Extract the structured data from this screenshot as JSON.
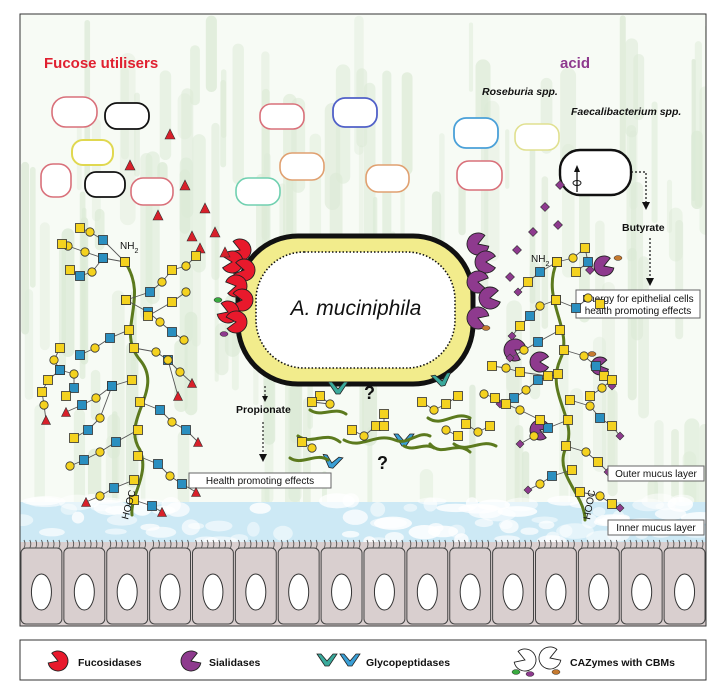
{
  "labels": {
    "fucose_utilisers": "Fucose utilisers",
    "acid": "acid",
    "roseburia": "Roseburia spp.",
    "faecalibacterium": "Faecalibacterium spp.",
    "butyrate": "Butyrate",
    "energy_line1": "Energy for epithelial cells",
    "energy_line2": "health promoting effects",
    "main_bacterium": "A. muciniphila",
    "propionate": "Propionate",
    "health_effects": "Health promoting effects",
    "outer_mucus": "Outer mucus layer",
    "inner_mucus": "Inner mucus layer",
    "nh2": "NH",
    "nh2_sub": "2",
    "hooc": "HOOC",
    "question": "?"
  },
  "legend": {
    "fucosidases": "Fucosidases",
    "sialidases": "Sialidases",
    "glycopeptidases": "Glycopeptidases",
    "cazymes": "CAZymes with CBMs"
  },
  "colors": {
    "background_streaks": "#dcead6",
    "fucosidase_red": "#e8192c",
    "sialidase_purple": "#8e3a8e",
    "glycopeptidase_teal": "#3aaa9c",
    "glycopeptidase_blue": "#3a9fd6",
    "chain_green": "#5c7a1e",
    "akkermansia_fill": "#f2ec8c",
    "epithelium": "#d9cfcf",
    "inner_mucus": "#bfe3f3",
    "sugar_yellow": "#f4d21f",
    "sugar_blue": "#2a8fc0",
    "sugar_red": "#d8202a",
    "sugar_purple": "#8e3a8e"
  }
}
